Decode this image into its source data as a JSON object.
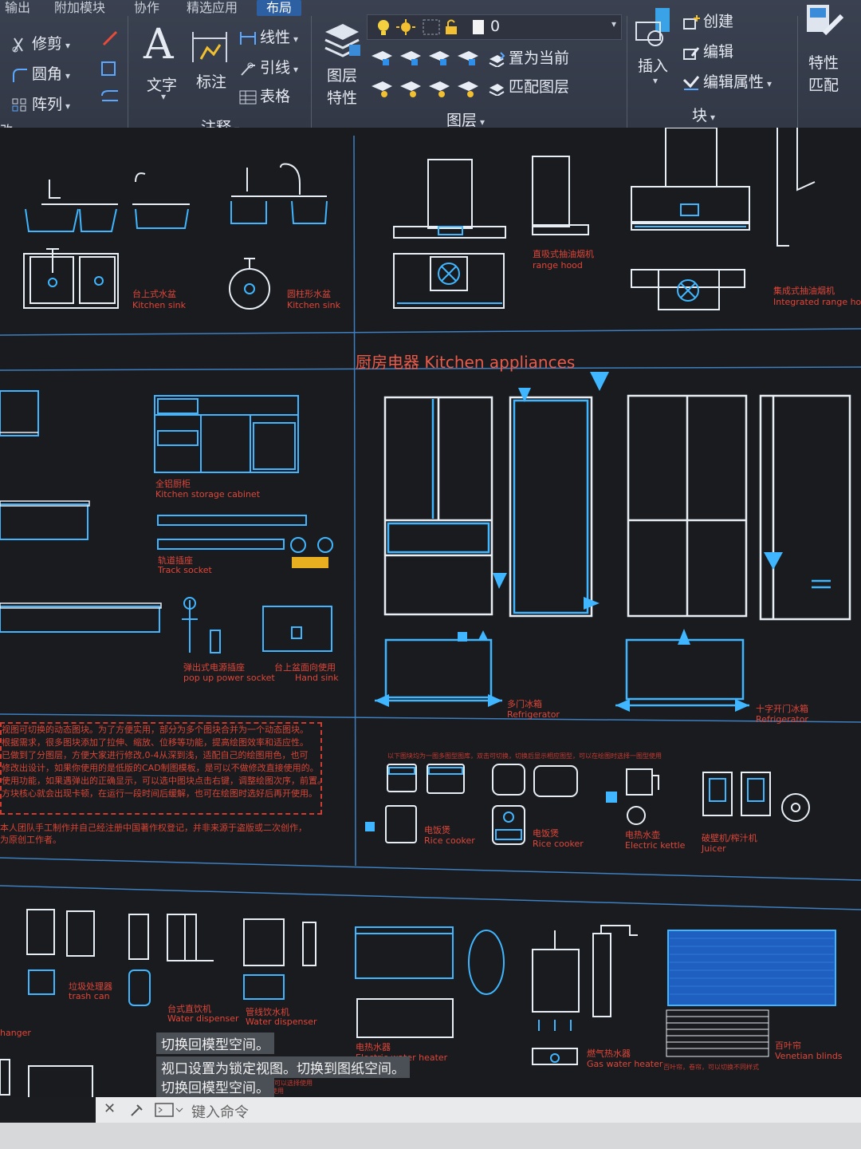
{
  "ribbon": {
    "tabs": [
      "输出",
      "附加模块",
      "协作",
      "精选应用",
      "布局"
    ],
    "modify": {
      "trim": "修剪",
      "fillet": "圆角",
      "array": "阵列"
    },
    "text": "文字",
    "dimension": "标注",
    "linear": "线性",
    "leader": "引线",
    "table": "表格",
    "annotation_panel": "注释",
    "layer_props_1": "图层",
    "layer_props_2": "特性",
    "layer_value": "0",
    "make_current": "置为当前",
    "match_layer": "匹配图层",
    "layers_panel": "图层",
    "insert": "插入",
    "create": "创建",
    "edit": "编辑",
    "edit_attr": "编辑属性",
    "block_panel": "块",
    "match_props_1": "特性",
    "match_props_2": "匹配",
    "left_cut": "改"
  },
  "drawing": {
    "section_title": "厨房电器 Kitchen appliances",
    "labels": {
      "undermount_sink_cn": "台上式水盆",
      "undermount_sink_en": "Kitchen sink",
      "round_sink_cn": "圆柱形水盆",
      "round_sink_en": "Kitchen sink",
      "range_hood_cn": "直吸式抽油烟机",
      "range_hood_en": "range hood",
      "integrated_hood_cn": "集成式抽油烟机",
      "integrated_hood_en": "Integrated range hood",
      "storage_cn": "全铝厨柜",
      "storage_en": "Kitchen storage cabinet",
      "track_cn": "轨道插座",
      "track_en": "Track socket",
      "popup_cn": "弹出式电源插座",
      "popup_en": "pop up power socket",
      "hand_sink_cn": "台上盆面向使用",
      "hand_sink_en": "Hand sink",
      "fridge_multi_cn": "多门冰箱",
      "fridge_multi_en": "Refrigerator",
      "fridge_cross_cn": "十字开门冰箱",
      "fridge_cross_en": "Refrigerator",
      "rice1_cn": "电饭煲",
      "rice1_en": "Rice cooker",
      "rice2_cn": "电饭煲",
      "rice2_en": "Rice cooker",
      "kettle_cn": "电热水壶",
      "kettle_en": "Electric kettle",
      "juicer_cn": "破壁机/榨汁机",
      "juicer_en": "Juicer",
      "trash_cn": "垃圾处理器",
      "trash_en": "trash can",
      "water1_cn": "台式直饮机",
      "water1_en": "Water dispenser",
      "water2_cn": "管线饮水机",
      "water2_en": "Water dispenser",
      "hanger_en": "hanger",
      "ewh_cn": "电热水器",
      "ewh_en": "Electric water heater",
      "gwh_cn": "燃气热水器",
      "gwh_en": "Gas water heater",
      "blinds_cn": "百叶帘",
      "blinds_en": "Venetian blinds"
    },
    "small_note": "以下图块均为一图多图型图库，双击可切换，切换后显示相应图型，可以在绘图时选择一图型使用",
    "notes": [
      "视图可切换的动态图块。为了方便实用，部分为多个图块合并为一个动态图块。",
      "根据需求，很多图块添加了拉伸、缩放、位移等功能，提高绘图效率和适应性。",
      "已做到了分图层，方便大家进行修改,0-4从深到浅，适配自己的绘图用色，也可",
      "修改出设计，如果你使用的是低版的CAD制图模板，是可以不做修改直接使用的。",
      "使用功能，如果遇弹出的正确显示，可以选中图块点击右键，调整绘图次序，前置。",
      "方块核心就会出现卡顿，在运行一段时间后缓解，也可在绘图时选好后再开使用。"
    ],
    "footnote": [
      "本人团队手工制作并自己经注册中国著作权登记，并非来源于盗版或二次创作，",
      "为原创工作者。"
    ],
    "blinds_note": "百叶帘，卷帘，可以切换不同样式",
    "mini_note_1": "回收站可以选择使用",
    "mini_note_2": "使用"
  },
  "command": {
    "history": [
      "切换回模型空间。",
      "视口设置为锁定视图。切换到图纸空间。",
      "切换回模型空间。"
    ],
    "placeholder": "键入命令"
  },
  "colors": {
    "ribbon_bg": "#363c4a",
    "canvas_bg": "#1a1b1e",
    "line_cyan": "#3fb6ff",
    "line_white": "#e8eef6",
    "label_red": "#e0463a"
  }
}
